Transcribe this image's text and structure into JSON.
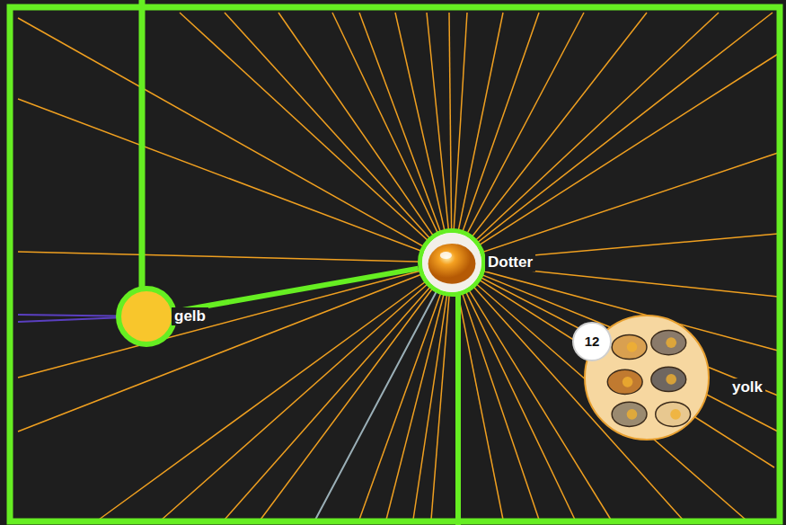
{
  "diagram": {
    "nodes": [
      {
        "text": [
          "Dotter"
        ]
      },
      {
        "text": [
          "gelb"
        ]
      },
      {
        "text": [
          "yolk",
          "12"
        ]
      }
    ],
    "edges": [
      {
        "from": 1,
        "to": 0,
        "arrow": "none"
      }
    ]
  }
}
